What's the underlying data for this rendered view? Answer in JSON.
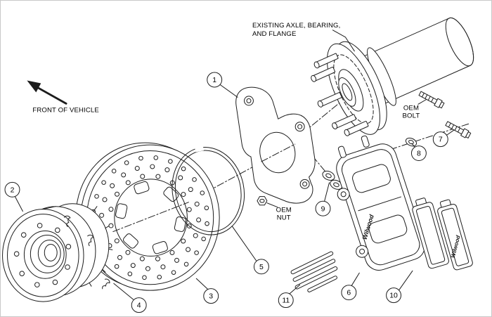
{
  "page": {
    "background": "#ffffff",
    "line_color": "#1c1c1c",
    "border_color": "#c9c9c9"
  },
  "labels": {
    "front_of_vehicle": "FRONT OF VEHICLE",
    "existing_axle_line1": "EXISTING AXLE, BEARING,",
    "existing_axle_line2": "AND FLANGE",
    "oem_bolt_line1": "OEM",
    "oem_bolt_line2": "BOLT",
    "oem_nut_line1": "OEM",
    "oem_nut_line2": "NUT",
    "brand": "Wilwood"
  },
  "callouts": [
    "1",
    "2",
    "3",
    "4",
    "5",
    "6",
    "7",
    "8",
    "9",
    "10",
    "11"
  ]
}
